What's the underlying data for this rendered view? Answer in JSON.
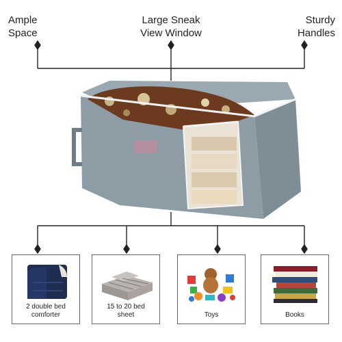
{
  "features": {
    "space": [
      "Ample",
      "Space"
    ],
    "window": [
      "Large Sneak",
      "View Window"
    ],
    "handles": [
      "Sturdy",
      "Handles"
    ]
  },
  "product_label": "",
  "cards": [
    {
      "caption": [
        "2 double bed",
        "comforter"
      ],
      "icon": "comforter-icon"
    },
    {
      "caption": [
        "15 to 20 bed",
        "sheet"
      ],
      "icon": "bed-sheet-icon"
    },
    {
      "caption": [
        "Toys"
      ],
      "icon": "toys-icon"
    },
    {
      "caption": [
        "Books"
      ],
      "icon": "books-icon"
    }
  ],
  "colors": {
    "bag": "#8e9ca5",
    "bag_dark": "#6f7d87",
    "zipper": "#f2f2f2",
    "comforter_brown": "#6b3a1f",
    "line": "#222222"
  }
}
